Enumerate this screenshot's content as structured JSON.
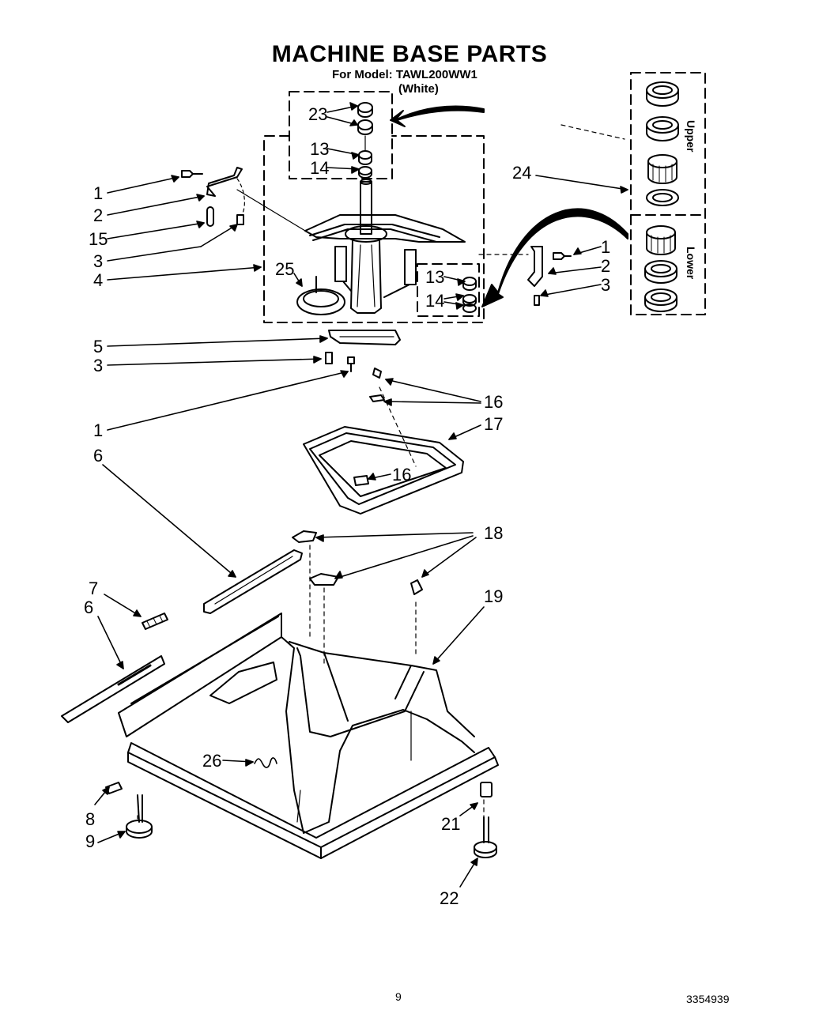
{
  "header": {
    "title": "MACHINE BASE PARTS",
    "model_line": "For Model: TAWL200WW1",
    "color_line": "(White)"
  },
  "inset": {
    "upper_label": "Upper",
    "lower_label": "Lower"
  },
  "callouts": [
    "23",
    "13",
    "14",
    "1",
    "2",
    "15",
    "3",
    "4",
    "25",
    "13",
    "14",
    "24",
    "1",
    "2",
    "3",
    "5",
    "3",
    "1",
    "16",
    "17",
    "16",
    "6",
    "18",
    "7",
    "6",
    "19",
    "26",
    "8",
    "9",
    "21",
    "22"
  ],
  "footer": {
    "page_number": "9",
    "doc_number": "3354939"
  }
}
